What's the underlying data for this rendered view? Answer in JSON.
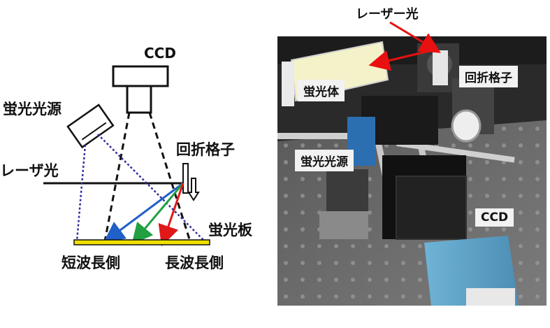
{
  "diagram": {
    "ccd": "CCD",
    "fluorescent_source": "蛍光光源",
    "grating": "回折格子",
    "laser": "レーザ光",
    "phosphor_plate": "蛍光板",
    "short_side": "短波長側",
    "long_side": "長波長側"
  },
  "photo": {
    "laser": "レーザー光",
    "phosphor": "蛍光体",
    "grating": "回折格子",
    "fluorescent_source": "蛍光光源",
    "ccd": "CCD"
  },
  "colors": {
    "blue_ray": "#2060c8",
    "green_ray": "#20a040",
    "red_ray": "#e01818",
    "dotted_ray": "#3030a0",
    "phosphor_plate": "#f0e000",
    "laser_arrow": "#e81010"
  }
}
